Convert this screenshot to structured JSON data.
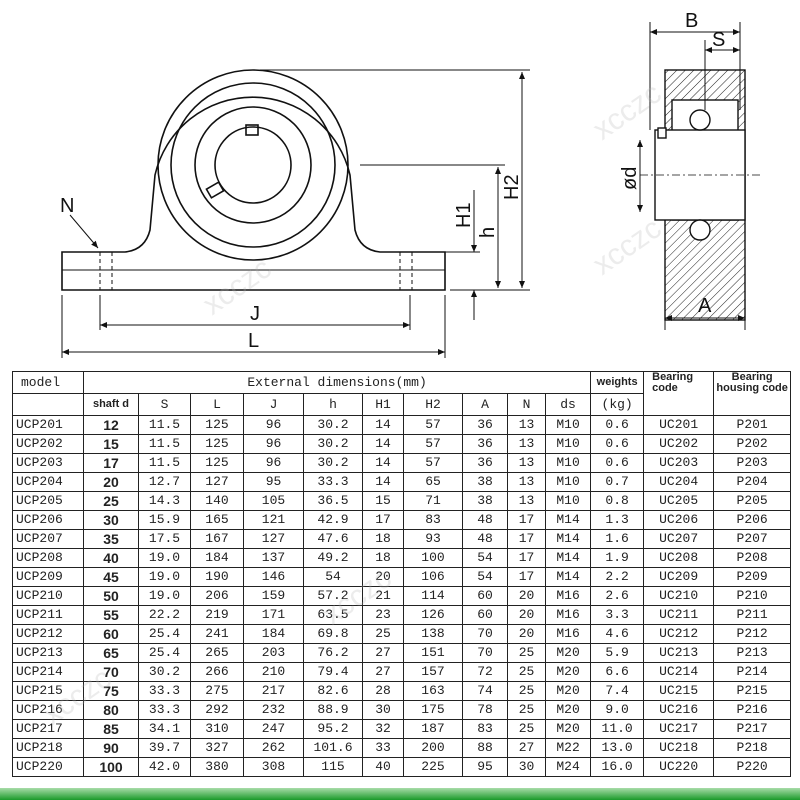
{
  "drawing": {
    "labels": {
      "N": "N",
      "J": "J",
      "L": "L",
      "H1": "H1",
      "h": "h",
      "H2": "H2",
      "B": "B",
      "S": "S",
      "d": "ød",
      "A": "A"
    },
    "watermark": "xcczc"
  },
  "table": {
    "header": {
      "model": "model",
      "external": "External dimensions(mm)",
      "weights": "weights",
      "weights_unit": "(kg)",
      "bearing_code": "Bearing code",
      "housing_code": "Bearing housing code",
      "columns": [
        "shaft d",
        "S",
        "L",
        "J",
        "h",
        "H1",
        "H2",
        "A",
        "N",
        "ds"
      ]
    },
    "rows": [
      [
        "UCP201",
        "12",
        "11.5",
        "125",
        "96",
        "30.2",
        "14",
        "57",
        "36",
        "13",
        "M10",
        "0.6",
        "UC201",
        "P201"
      ],
      [
        "UCP202",
        "15",
        "11.5",
        "125",
        "96",
        "30.2",
        "14",
        "57",
        "36",
        "13",
        "M10",
        "0.6",
        "UC202",
        "P202"
      ],
      [
        "UCP203",
        "17",
        "11.5",
        "125",
        "96",
        "30.2",
        "14",
        "57",
        "36",
        "13",
        "M10",
        "0.6",
        "UC203",
        "P203"
      ],
      [
        "UCP204",
        "20",
        "12.7",
        "127",
        "95",
        "33.3",
        "14",
        "65",
        "38",
        "13",
        "M10",
        "0.7",
        "UC204",
        "P204"
      ],
      [
        "UCP205",
        "25",
        "14.3",
        "140",
        "105",
        "36.5",
        "15",
        "71",
        "38",
        "13",
        "M10",
        "0.8",
        "UC205",
        "P205"
      ],
      [
        "UCP206",
        "30",
        "15.9",
        "165",
        "121",
        "42.9",
        "17",
        "83",
        "48",
        "17",
        "M14",
        "1.3",
        "UC206",
        "P206"
      ],
      [
        "UCP207",
        "35",
        "17.5",
        "167",
        "127",
        "47.6",
        "18",
        "93",
        "48",
        "17",
        "M14",
        "1.6",
        "UC207",
        "P207"
      ],
      [
        "UCP208",
        "40",
        "19.0",
        "184",
        "137",
        "49.2",
        "18",
        "100",
        "54",
        "17",
        "M14",
        "1.9",
        "UC208",
        "P208"
      ],
      [
        "UCP209",
        "45",
        "19.0",
        "190",
        "146",
        "54",
        "20",
        "106",
        "54",
        "17",
        "M14",
        "2.2",
        "UC209",
        "P209"
      ],
      [
        "UCP210",
        "50",
        "19.0",
        "206",
        "159",
        "57.2",
        "21",
        "114",
        "60",
        "20",
        "M16",
        "2.6",
        "UC210",
        "P210"
      ],
      [
        "UCP211",
        "55",
        "22.2",
        "219",
        "171",
        "63.5",
        "23",
        "126",
        "60",
        "20",
        "M16",
        "3.3",
        "UC211",
        "P211"
      ],
      [
        "UCP212",
        "60",
        "25.4",
        "241",
        "184",
        "69.8",
        "25",
        "138",
        "70",
        "20",
        "M16",
        "4.6",
        "UC212",
        "P212"
      ],
      [
        "UCP213",
        "65",
        "25.4",
        "265",
        "203",
        "76.2",
        "27",
        "151",
        "70",
        "25",
        "M20",
        "5.9",
        "UC213",
        "P213"
      ],
      [
        "UCP214",
        "70",
        "30.2",
        "266",
        "210",
        "79.4",
        "27",
        "157",
        "72",
        "25",
        "M20",
        "6.6",
        "UC214",
        "P214"
      ],
      [
        "UCP215",
        "75",
        "33.3",
        "275",
        "217",
        "82.6",
        "28",
        "163",
        "74",
        "25",
        "M20",
        "7.4",
        "UC215",
        "P215"
      ],
      [
        "UCP216",
        "80",
        "33.3",
        "292",
        "232",
        "88.9",
        "30",
        "175",
        "78",
        "25",
        "M20",
        "9.0",
        "UC216",
        "P216"
      ],
      [
        "UCP217",
        "85",
        "34.1",
        "310",
        "247",
        "95.2",
        "32",
        "187",
        "83",
        "25",
        "M20",
        "11.0",
        "UC217",
        "P217"
      ],
      [
        "UCP218",
        "90",
        "39.7",
        "327",
        "262",
        "101.6",
        "33",
        "200",
        "88",
        "27",
        "M22",
        "13.0",
        "UC218",
        "P218"
      ],
      [
        "UCP220",
        "100",
        "42.0",
        "380",
        "308",
        "115",
        "40",
        "225",
        "95",
        "30",
        "M24",
        "16.0",
        "UC220",
        "P220"
      ]
    ]
  },
  "colors": {
    "footer_bar": "#1a9a2a"
  }
}
